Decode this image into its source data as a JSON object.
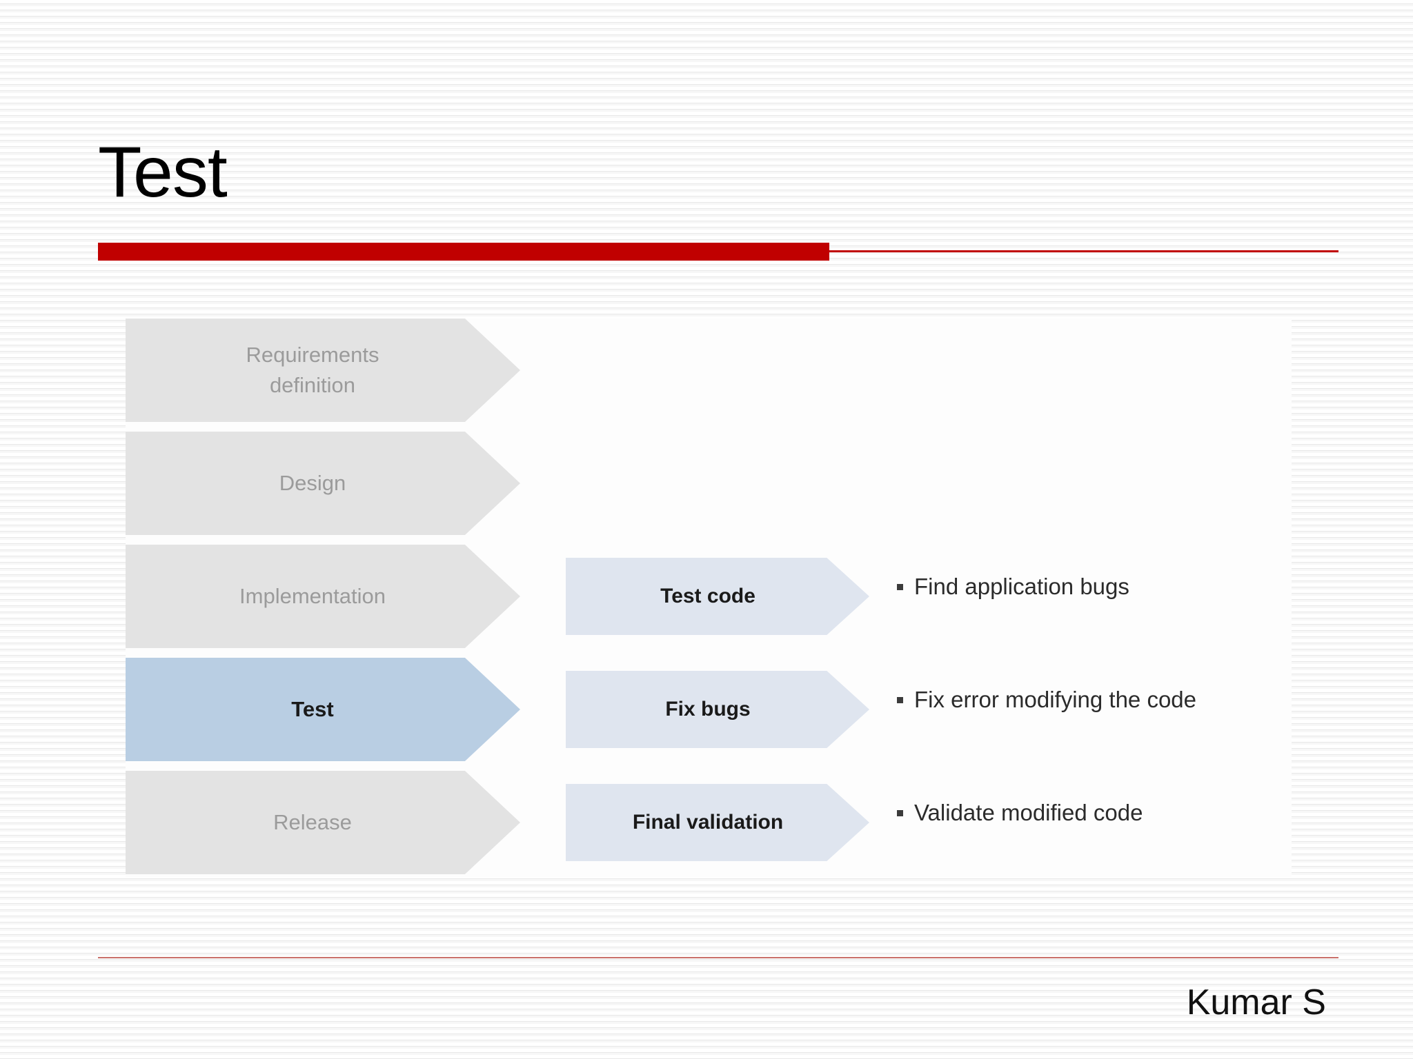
{
  "slide": {
    "title": "Test",
    "accent_color": "#c00000",
    "background": "#ffffff"
  },
  "diagram": {
    "stage_color": "#e3e3e3",
    "stage_active_color": "#b9cee3",
    "task_color": "#dfe5ef",
    "stage_label_color": "#9b9b9b",
    "rows": [
      {
        "stage": "Requirements\ndefinition",
        "stage_line1": "Requirements",
        "stage_line2": "definition",
        "active": false,
        "task": null,
        "bullet": null
      },
      {
        "stage": "Design",
        "stage_line1": "Design",
        "stage_line2": "",
        "active": false,
        "task": null,
        "bullet": null
      },
      {
        "stage": "Implementation",
        "stage_line1": "Implementation",
        "stage_line2": "",
        "active": false,
        "task": "Test code",
        "bullet": "Find application bugs"
      },
      {
        "stage": "Test",
        "stage_line1": "Test",
        "stage_line2": "",
        "active": true,
        "task": "Fix bugs",
        "bullet": "Fix error modifying the code"
      },
      {
        "stage": "Release",
        "stage_line1": "Release",
        "stage_line2": "",
        "active": false,
        "task": "Final validation",
        "bullet": "Validate modified code"
      }
    ]
  },
  "footer": {
    "author": "Kumar S",
    "rule_color": "#c9706a"
  }
}
